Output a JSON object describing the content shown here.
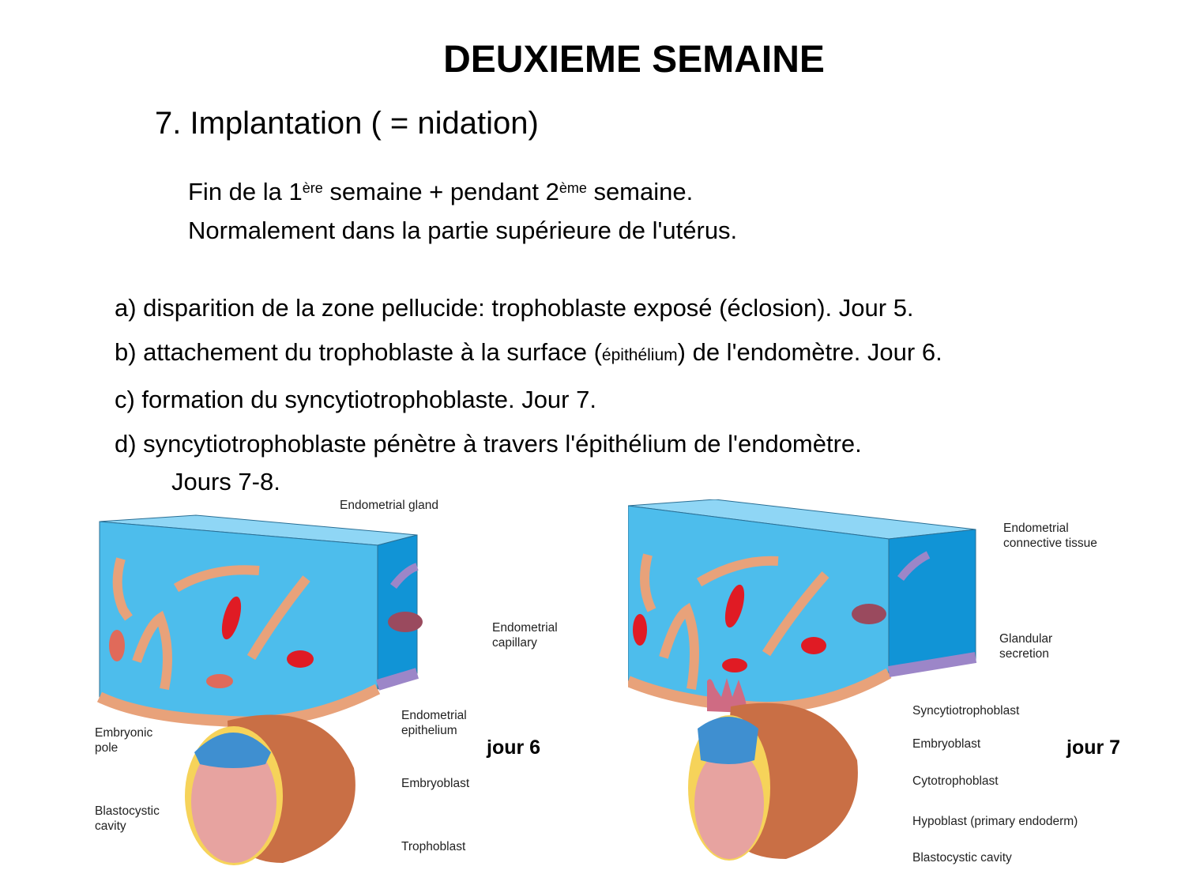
{
  "slide": {
    "title": "DEUXIEME SEMAINE",
    "subtitle": "7. Implantation ( = nidation)",
    "intro": {
      "line1_a": "Fin de la 1",
      "line1_sup1": "ère",
      "line1_b": " semaine + pendant 2",
      "line1_sup2": "ème",
      "line1_c": " semaine.",
      "line2": "Normalement dans la partie supérieure de l'utérus."
    },
    "steps": [
      {
        "text": "a) disparition de la zone pellucide: trophoblaste exposé (éclosion). Jour 5."
      },
      {
        "text_a": "b) attachement du trophoblaste à la surface (",
        "text_small": "épithélium",
        "text_b": ") de l'endomètre. Jour 6."
      },
      {
        "text": "c) formation du syncytiotrophoblaste. Jour 7."
      },
      {
        "text": "d) syncytiotrophoblaste pénètre à travers l'épithélium de l'endomètre.",
        "continuation": "Jours 7-8."
      }
    ]
  },
  "figures": [
    {
      "day_label": "jour 6",
      "labels": {
        "endometrial_gland": "Endometrial gland",
        "endometrial_capillary_1": "Endometrial",
        "endometrial_capillary_2": "capillary",
        "endometrial_epithelium_1": "Endometrial",
        "endometrial_epithelium_2": "epithelium",
        "embryonic_pole_1": "Embryonic",
        "embryonic_pole_2": "pole",
        "embryoblast": "Embryoblast",
        "blastocystic_cavity_1": "Blastocystic",
        "blastocystic_cavity_2": "cavity",
        "trophoblast": "Trophoblast"
      }
    },
    {
      "day_label": "jour 7",
      "labels": {
        "connective_tissue_1": "Endometrial",
        "connective_tissue_2": "connective tissue",
        "glandular_secretion_1": "Glandular",
        "glandular_secretion_2": "secretion",
        "syncytiotrophoblast": "Syncytiotrophoblast",
        "embryoblast": "Embryoblast",
        "cytotrophoblast": "Cytotrophoblast",
        "hypoblast": "Hypoblast (primary endoderm)",
        "blastocystic_cavity": "Blastocystic cavity"
      }
    }
  ],
  "colors": {
    "tissue_front": "#4dbdec",
    "tissue_top": "#8fd6f5",
    "tissue_side": "#1194d6",
    "epithelium": "#e8a27a",
    "capillary": "#e01b24",
    "trophoblast_yellow": "#f6d35a",
    "embryoblast_blue": "#3f8fd0",
    "cavity_pink": "#e7a3a0",
    "outer_brown": "#c96f45"
  }
}
